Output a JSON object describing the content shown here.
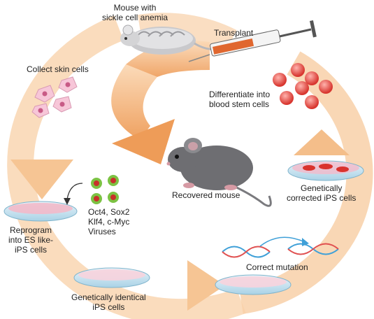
{
  "labels": {
    "sick_mouse": [
      "Mouse with",
      "sickle cell anemia"
    ],
    "transplant": "Transplant",
    "collect": "Collect skin cells",
    "differentiate": [
      "Differentiate into",
      "blood stem cells"
    ],
    "recovered": "Recovered mouse",
    "corrected": [
      "Genetically",
      "corrected iPS cells"
    ],
    "factors": [
      "Oct4, Sox2",
      "Klf4, c-Myc",
      "Viruses"
    ],
    "reprogram": [
      "Reprogram",
      "into ES like-",
      "iPS cells"
    ],
    "correct": "Correct mutation",
    "identical": [
      "Genetically identical",
      "iPS cells"
    ]
  },
  "colors": {
    "cycle_arrow": "#f7c99c",
    "cycle_arrow_light": "#fbe3c8",
    "center_arrow": "#f0a868",
    "skin_cell": "#f7c6d8",
    "skin_nucleus": "#e07aa0",
    "blood_cell": "#e8504a",
    "dish_fill": "#bfe0ee",
    "dish_medium_pink": "#f2b9c9",
    "dish_red": "#d9332e",
    "mouse_grey": "#6e6e72",
    "dna_blue": "#3fa0d8",
    "dna_red": "#e05050",
    "virus_green": "#7cc243",
    "virus_red": "#c8302a"
  }
}
